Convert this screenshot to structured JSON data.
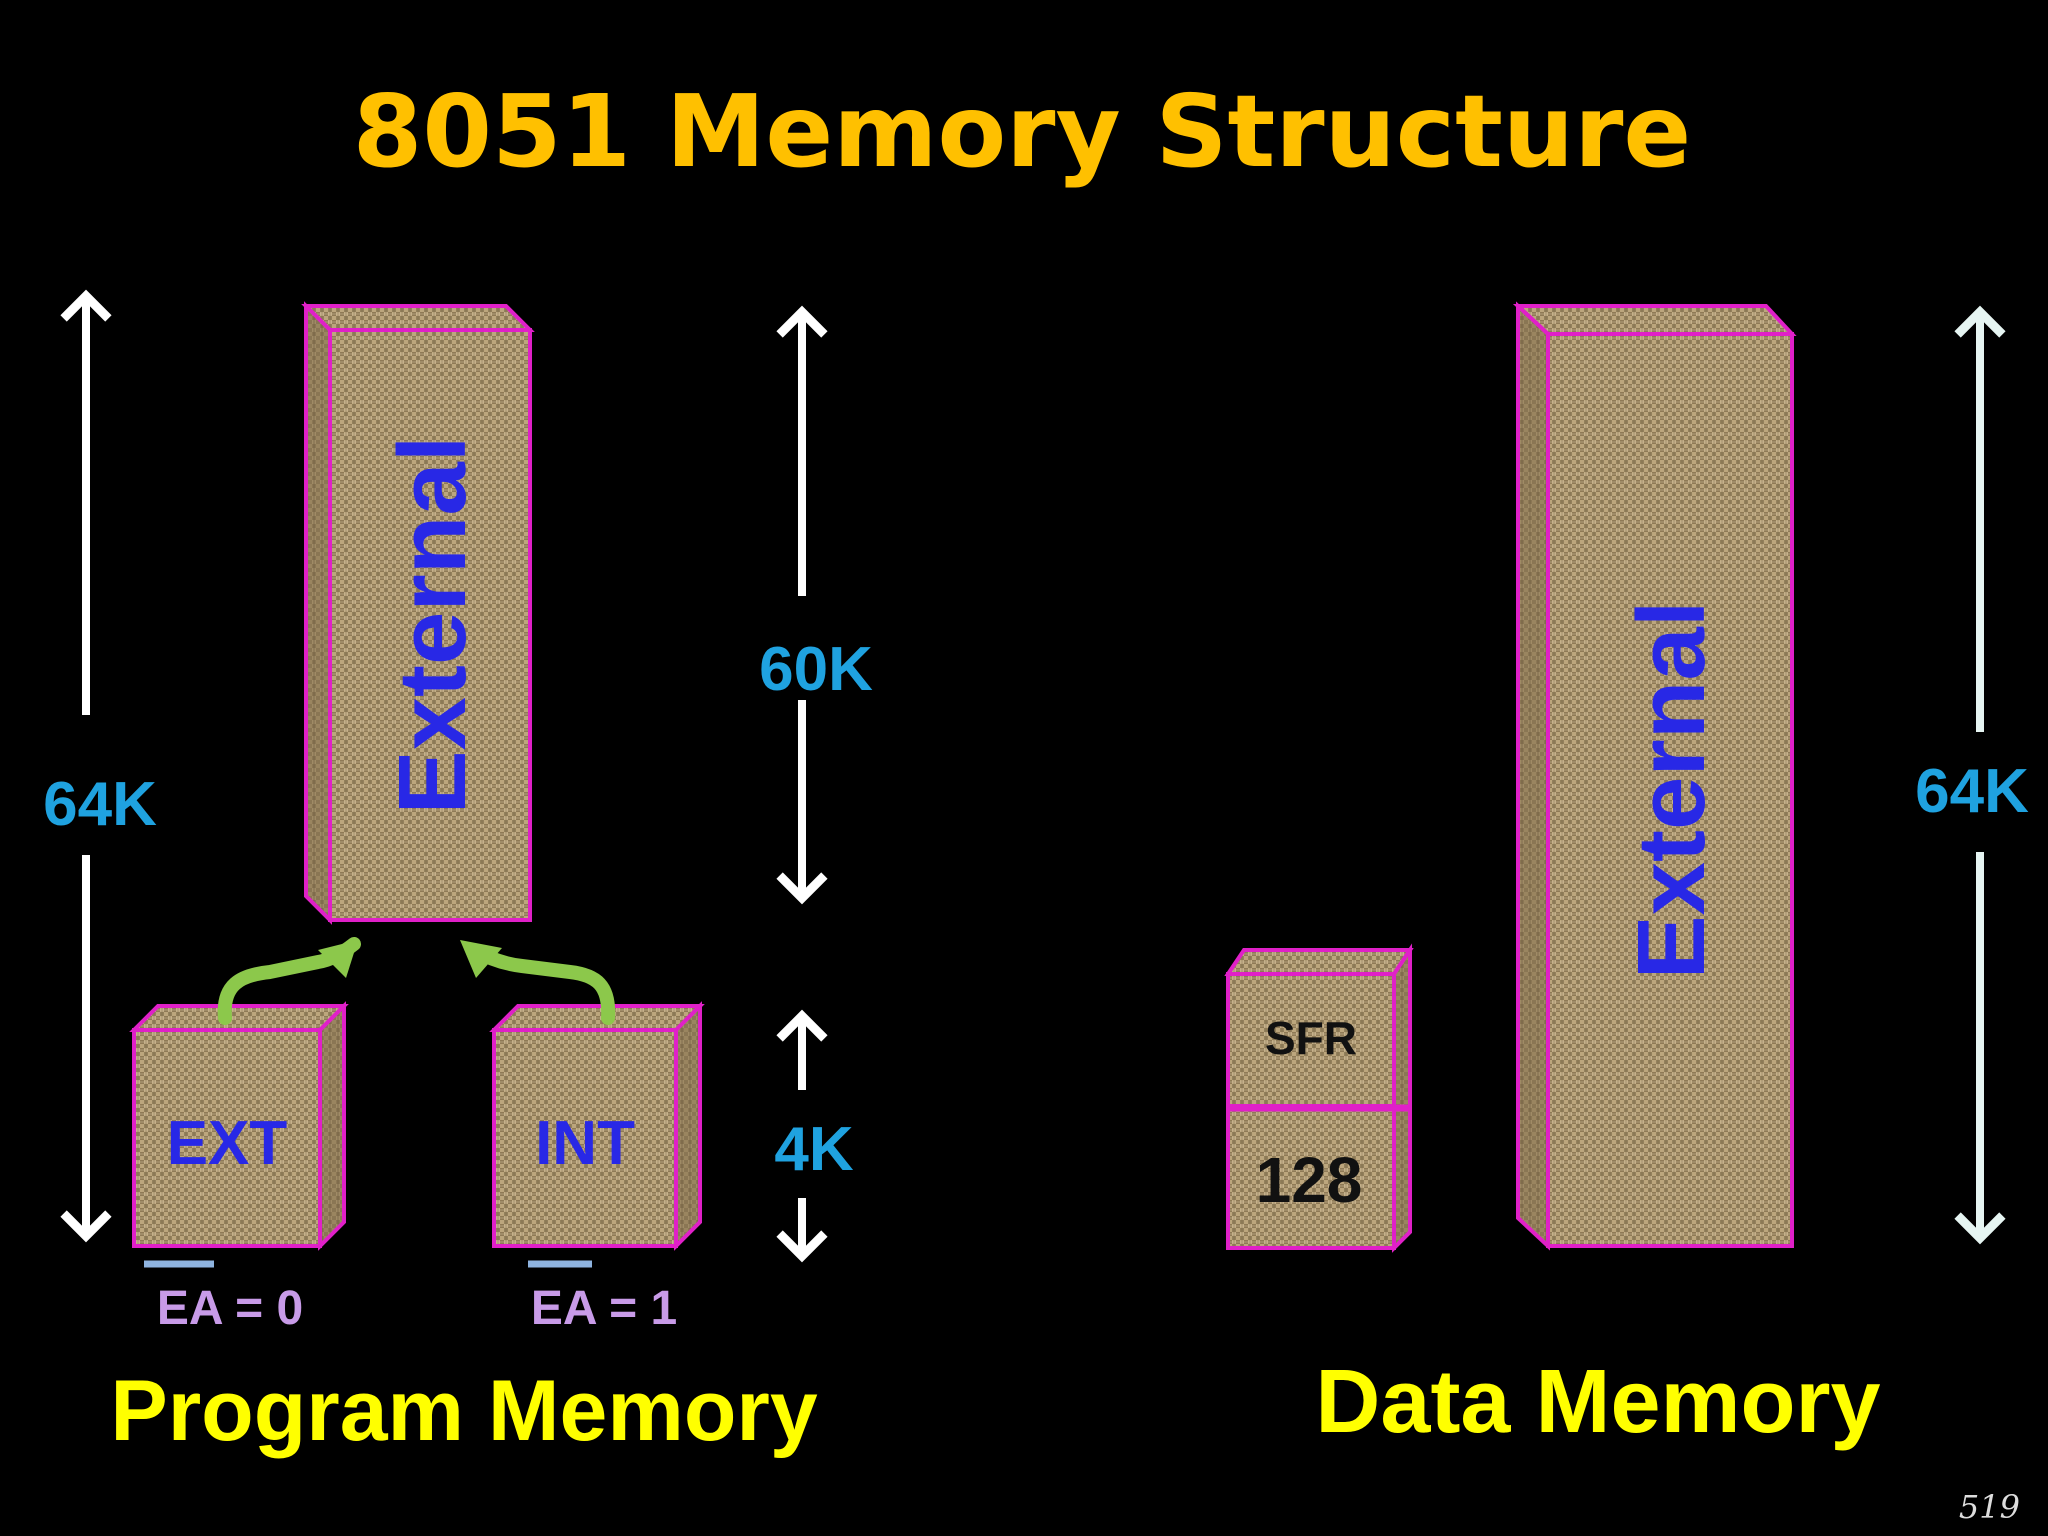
{
  "slide": {
    "title": "8051 Memory Structure",
    "page_number": "519"
  },
  "program_memory": {
    "heading": "Program Memory",
    "external_block_label": "External",
    "ext_block_label": "EXT",
    "int_block_label": "INT",
    "ea0_label": "EA = 0",
    "ea1_label": "EA = 1",
    "size_total": "64K",
    "size_external": "60K",
    "size_internal": "4K"
  },
  "data_memory": {
    "heading": "Data Memory",
    "external_block_label": "External",
    "sfr_label": "SFR",
    "ram_label": "128",
    "size_total": "64K"
  },
  "colors": {
    "background": "#000000",
    "title": "#FFC000",
    "heading": "#FFFF00",
    "size_label": "#1FA2E0",
    "block_label": "#2828E6",
    "ea_label": "#C89BE8",
    "block_border": "#E020C8",
    "block_fill": "#A9946E",
    "connector": "#8CC84B",
    "arrow": "#FFFFFF"
  }
}
